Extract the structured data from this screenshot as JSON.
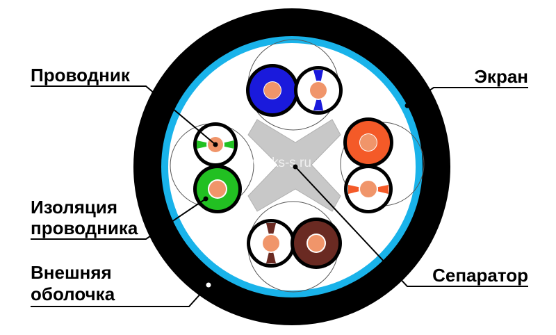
{
  "labels": {
    "conductor": "Проводник",
    "insulation_line1": "Изоляция",
    "insulation_line2": "проводника",
    "jacket_line1": "Внешняя",
    "jacket_line2": "оболочка",
    "screen": "Экран",
    "separator": "Сепаратор"
  },
  "watermark": "www.sks-s.ru",
  "colors": {
    "jacket": "#000000",
    "screen": "#19b3ea",
    "filler": "#ffffff",
    "separator": "#c8c8c8",
    "copper": "#f0956a",
    "pair_blue": "#1a1adc",
    "pair_orange": "#f45a28",
    "pair_green": "#22c022",
    "pair_brown": "#6a2a22"
  },
  "pairs": [
    {
      "name": "blue",
      "solid_color": "#1a1adc"
    },
    {
      "name": "orange",
      "solid_color": "#f45a28"
    },
    {
      "name": "green",
      "solid_color": "#22c022"
    },
    {
      "name": "brown",
      "solid_color": "#6a2a22"
    }
  ]
}
